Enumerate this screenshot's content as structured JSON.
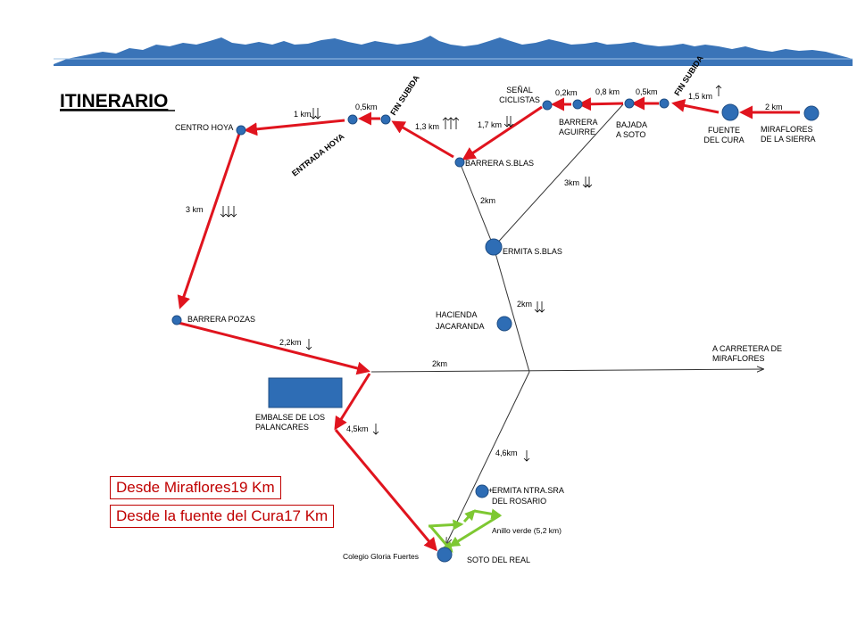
{
  "title": "ITINERARIO",
  "summary": {
    "from_miraflores": "Desde Miraflores19 Km",
    "from_fuente_cura": "Desde la fuente del Cura17 Km"
  },
  "places": {
    "miraflores": "MIRAFLORES\nDE LA SIERRA",
    "fuente_cura": "FUENTE\nDEL CURA",
    "fin_subida_1": "FIN SUBIDA",
    "bajada_soto": "BAJADA\nA SOTO",
    "barrera_aguirre": "BARRERA\nAGUIRRE",
    "senal_ciclistas": "SEÑAL\nCICLISTAS",
    "barrera_sblas": "BARRERA S.BLAS",
    "fin_subida_2": "FIN SUBIDA",
    "entrada_hoya": "ENTRADA HOYA",
    "centro_hoya": "CENTRO HOYA",
    "ermita_sblas": "ERMITA S.BLAS",
    "hacienda": "HACIENDA\nJACARANDA",
    "barrera_pozas": "BARRERA POZAS",
    "carretera": "A CARRETERA DE\nMIRAFLORES",
    "embalse": "EMBALSE DE LOS\nPALANCARES",
    "ermita_rosario": "ERMITA NTRA.SRA\nDEL ROSARIO",
    "colegio": "Colegio Gloria Fuertes",
    "soto": "SOTO DEL REAL",
    "anillo": "Anillo verde  (5,2 km)"
  },
  "distances": {
    "d_2km_top": "2 km",
    "d_1_5km": "1,5 km",
    "d_0_5km_a": "0,5km",
    "d_0_8km": "0,8 km",
    "d_0_2km": "0,2km",
    "d_1_7km": "1,7 km",
    "d_3km_right": "3km",
    "d_1_3km": "1,3 km",
    "d_0_5km_b": "0,5km",
    "d_1km": "1 km",
    "d_3km_left": "3 km",
    "d_2km_sblas": "2km",
    "d_2km_ermita": "2km",
    "d_2_2km": "2,2km",
    "d_2km_road": "2km",
    "d_4_5km": "4,5km",
    "d_4_6km": "4,6km"
  },
  "colors": {
    "route_red": "#e0141e",
    "green_ring": "#7ec832",
    "node_blue": "#2e6db5",
    "mountain_blue": "#3a74b8",
    "line_gray": "#333333"
  }
}
